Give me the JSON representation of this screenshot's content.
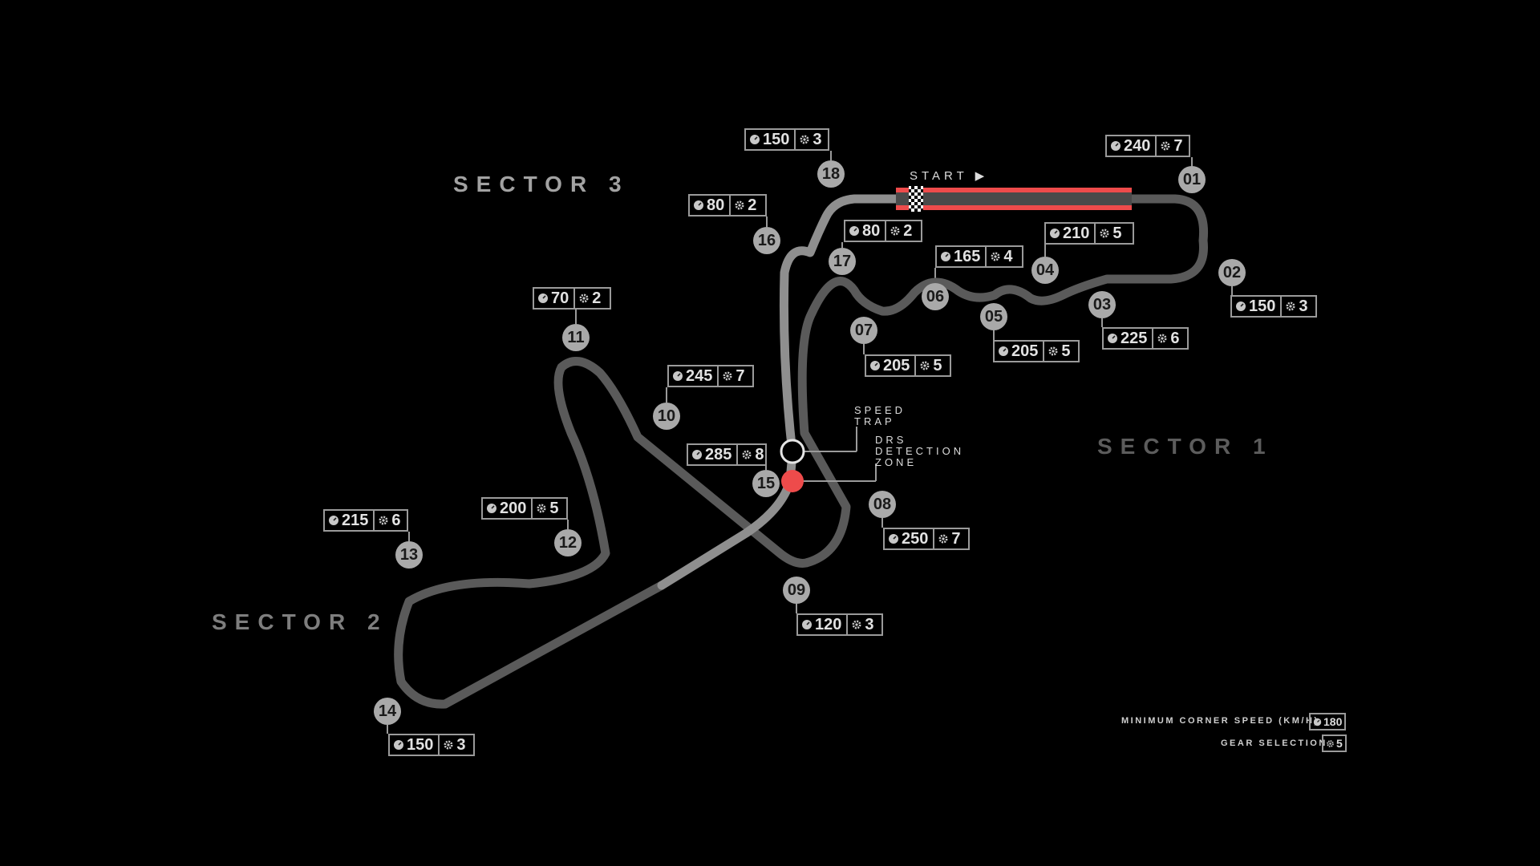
{
  "sectors": {
    "s1": "SECTOR 1",
    "s2": "SECTOR 2",
    "s3": "SECTOR 3"
  },
  "start_label": "START ▶",
  "speed_trap_label": [
    "SPEED",
    "TRAP"
  ],
  "drs_label": [
    "DRS",
    "DETECTION",
    "ZONE"
  ],
  "legend": {
    "speed_label": "MINIMUM CORNER SPEED (KM/H)",
    "speed_value": "180",
    "gear_label": "GEAR SELECTION",
    "gear_value": "5"
  },
  "colors": {
    "track": "#5a5a5a",
    "track_light": "#8f8f8f",
    "accent": "#ee4b4b",
    "badge": "#a9a9a9"
  },
  "icons": {
    "speed": "speedometer-icon",
    "gear": "gear-icon"
  },
  "corners": [
    {
      "num": "01",
      "speed": "240",
      "gear": "7"
    },
    {
      "num": "02",
      "speed": "150",
      "gear": "3"
    },
    {
      "num": "03",
      "speed": "225",
      "gear": "6"
    },
    {
      "num": "04",
      "speed": "210",
      "gear": "5"
    },
    {
      "num": "05",
      "speed": "205",
      "gear": "5"
    },
    {
      "num": "06",
      "speed": "165",
      "gear": "4"
    },
    {
      "num": "07",
      "speed": "205",
      "gear": "5"
    },
    {
      "num": "08",
      "speed": "250",
      "gear": "7"
    },
    {
      "num": "09",
      "speed": "120",
      "gear": "3"
    },
    {
      "num": "10",
      "speed": "245",
      "gear": "7"
    },
    {
      "num": "11",
      "speed": "70",
      "gear": "2"
    },
    {
      "num": "12",
      "speed": "200",
      "gear": "5"
    },
    {
      "num": "13",
      "speed": "215",
      "gear": "6"
    },
    {
      "num": "14",
      "speed": "150",
      "gear": "3"
    },
    {
      "num": "15",
      "speed": "285",
      "gear": "8"
    },
    {
      "num": "16",
      "speed": "80",
      "gear": "2"
    },
    {
      "num": "17",
      "speed": "80",
      "gear": "2"
    },
    {
      "num": "18",
      "speed": "150",
      "gear": "3"
    }
  ]
}
